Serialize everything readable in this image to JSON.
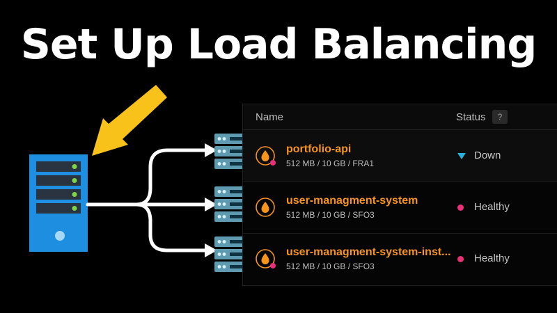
{
  "headline": "Set Up Load Balancing",
  "colors": {
    "arrow": "#f8c21a",
    "server": "#1e8fe0",
    "server_slot": "#2a3440",
    "led": "#7cd64a",
    "backend": "#5f9bb0",
    "accent": "#f7941d",
    "healthy": "#e8317a",
    "down": "#2bb0d9"
  },
  "icons": {
    "arrow": "yellow-arrow-icon",
    "lb": "load-balancer-server-icon",
    "backend": "backend-server-icon",
    "droplet": "droplet-icon"
  },
  "table": {
    "columns": {
      "name": "Name",
      "status": "Status",
      "help": "?"
    },
    "rows": [
      {
        "name": "portfolio-api",
        "spec": "512 MB / 10 GB / FRA1",
        "status": "Down",
        "state": "down"
      },
      {
        "name": "user-managment-system",
        "spec": "512 MB / 10 GB / SFO3",
        "status": "Healthy",
        "state": "healthy"
      },
      {
        "name": "user-managment-system-inst...",
        "spec": "512 MB / 10 GB / SFO3",
        "status": "Healthy",
        "state": "healthy"
      }
    ]
  }
}
